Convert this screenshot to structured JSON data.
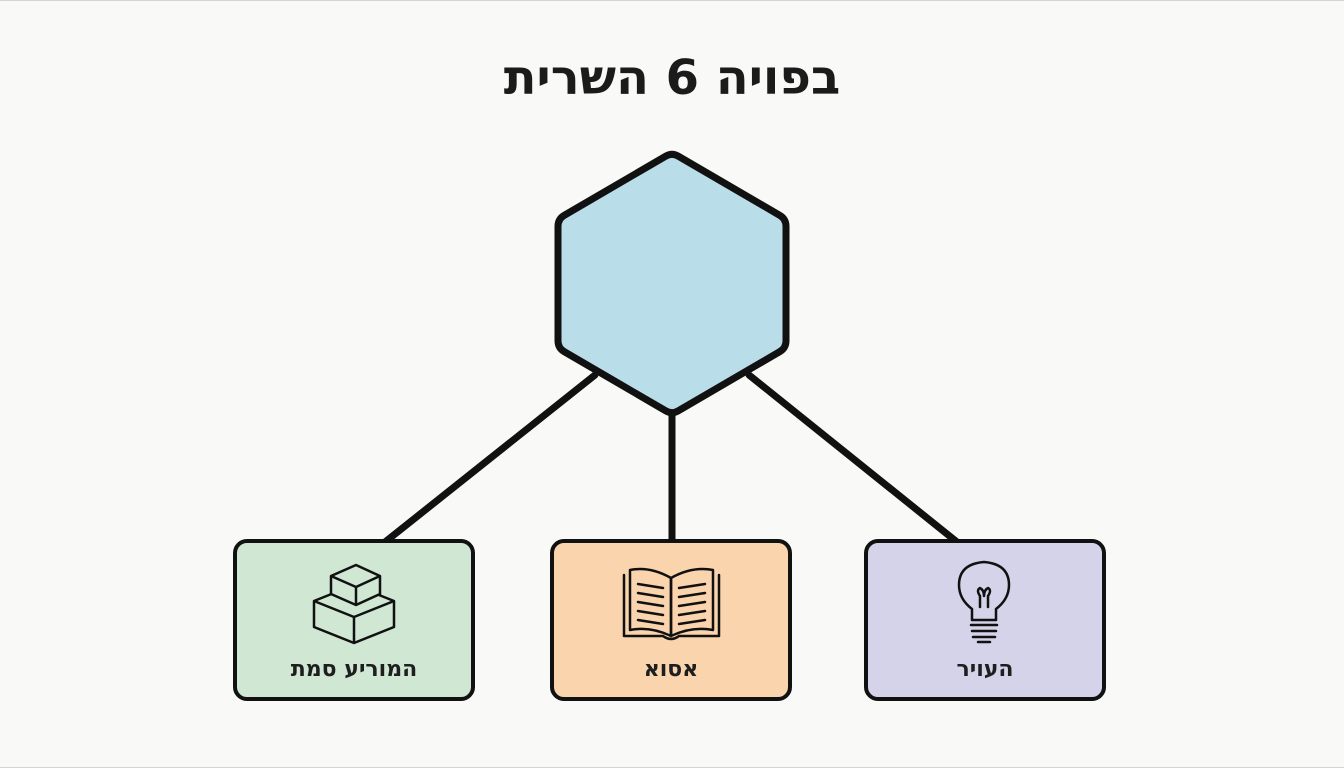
{
  "title": "בפויה 6 השרית",
  "hub": {
    "fill": "#b9dde9"
  },
  "cards": [
    {
      "label": "המוריע סמת",
      "icon": "stacked-boxes-icon",
      "fill": "#cfe7d3"
    },
    {
      "label": "אסוא",
      "icon": "open-book-icon",
      "fill": "#f9d4ad"
    },
    {
      "label": "העויר",
      "icon": "lightbulb-icon",
      "fill": "#d5d3e9"
    }
  ],
  "colors": {
    "stroke": "#111111",
    "background": "#f9f9f8"
  }
}
